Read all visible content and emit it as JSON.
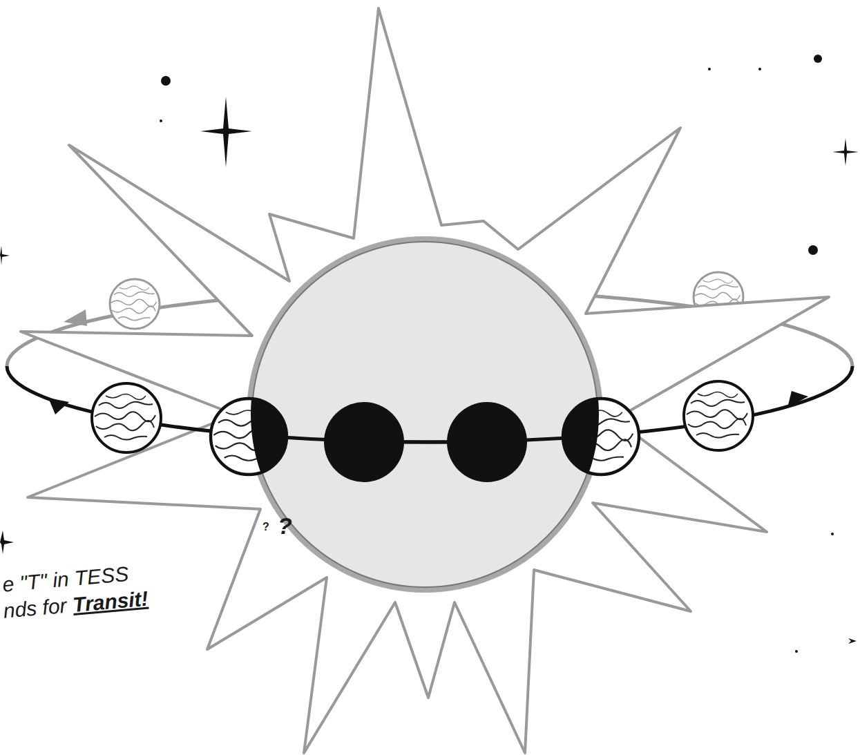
{
  "diagram": {
    "labels": [
      "e \"T\" in TESS",
      "nds for",
      "Transit!",
      "?",
      "?"
    ]
  }
}
